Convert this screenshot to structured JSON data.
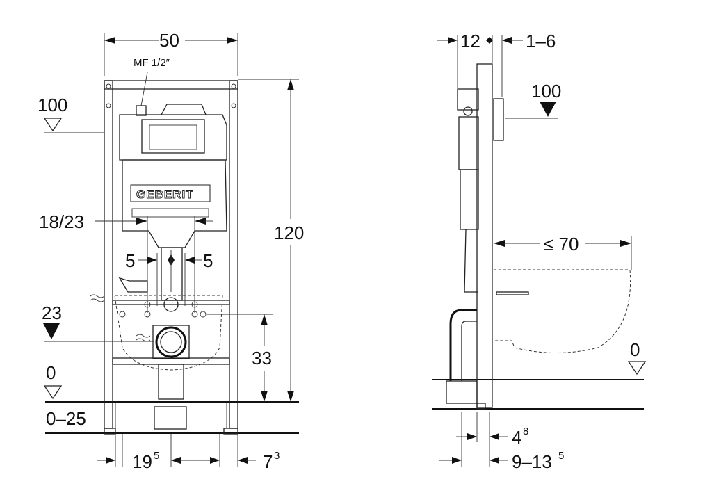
{
  "front_view": {
    "width_label": "50",
    "supply_label": "MF 1/2″",
    "level_100": "100",
    "spacing_label": "18/23",
    "offset_left": "5",
    "offset_right": "5",
    "height_label": "120",
    "level_23": "23",
    "height_33": "33",
    "level_0": "0",
    "floor_range": "0–25",
    "bottom_left_main": "19",
    "bottom_left_sup": "5",
    "bottom_right_main": "7",
    "bottom_right_sup": "3",
    "logo_text": "GEBERIT"
  },
  "side_view": {
    "depth_12": "12",
    "range_1_6": "1–6",
    "level_100": "100",
    "projection": "≤ 70",
    "level_0": "0",
    "depth_main": "4",
    "depth_sup": "8",
    "range_main": "9–13",
    "range_sup": "5"
  }
}
